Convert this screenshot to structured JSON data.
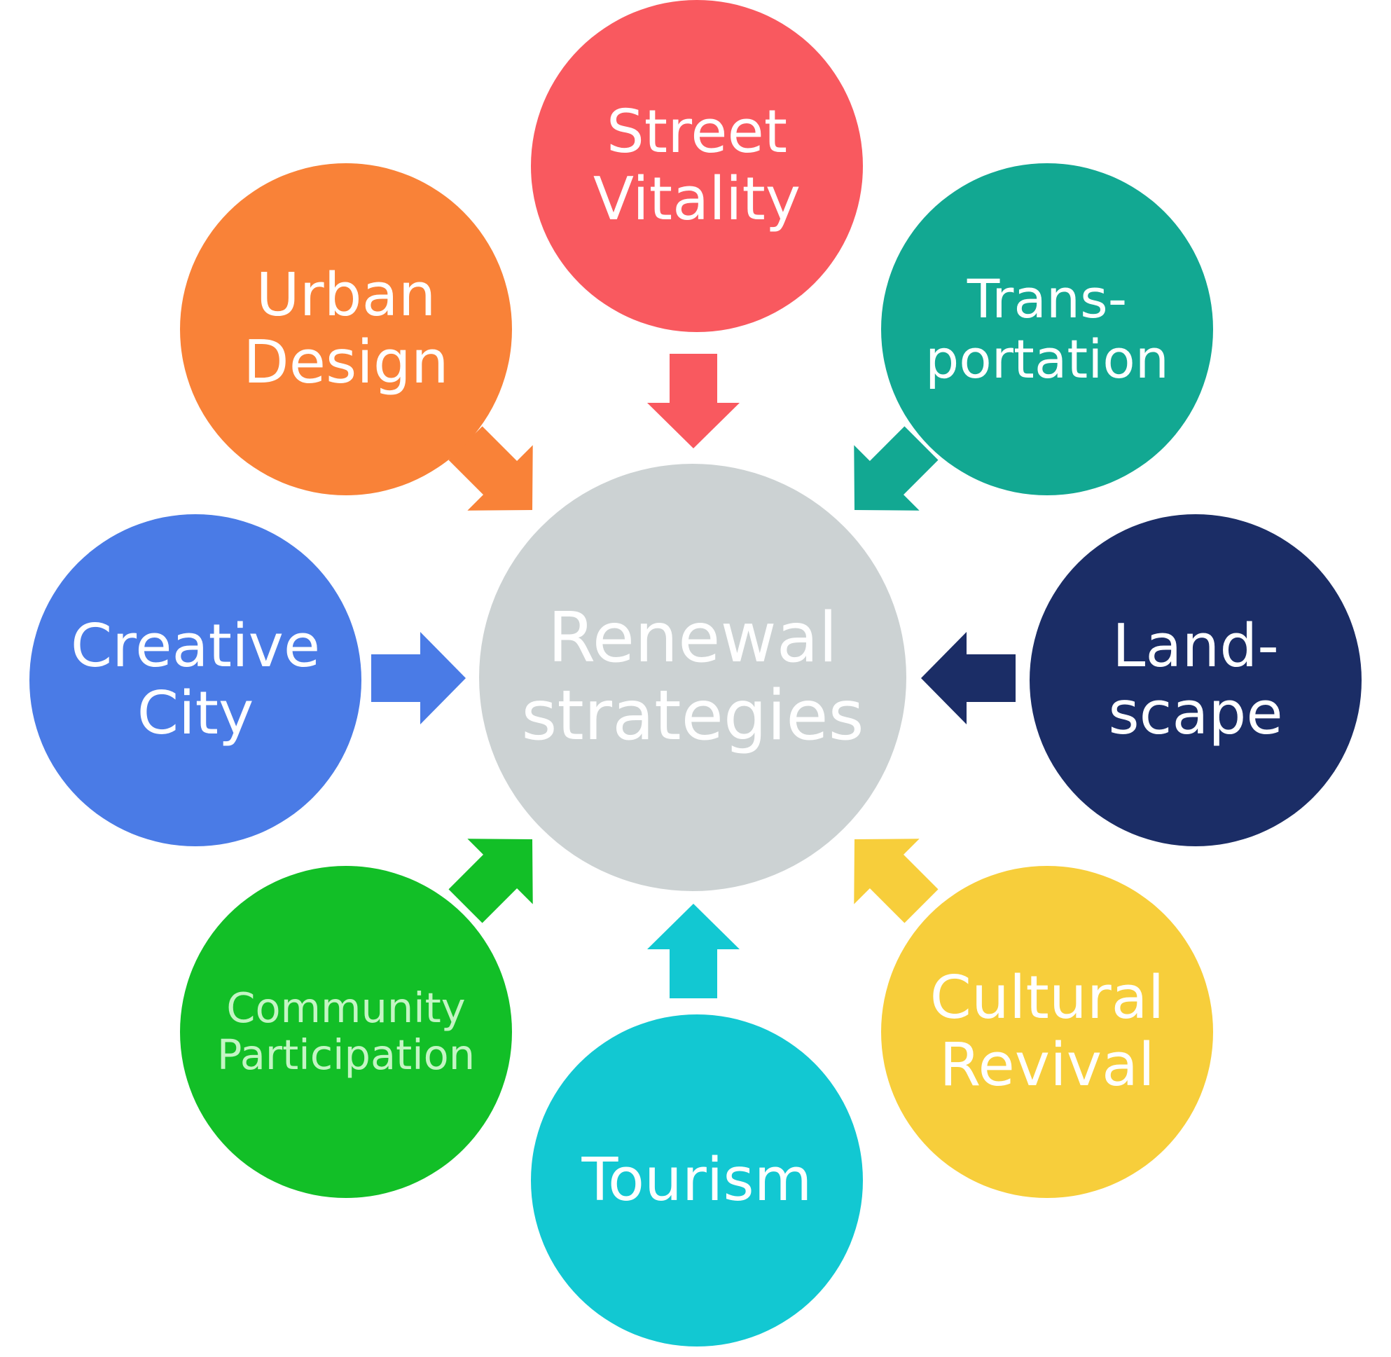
{
  "center": {
    "lines": [
      "Renewal",
      "strategies"
    ],
    "color": "#ccd2d3",
    "text_color": "#ffffff"
  },
  "nodes": [
    {
      "id": "street-vitality",
      "lines": [
        "Street",
        "Vitality"
      ],
      "color": "#f9595f",
      "text_color": "#ffffff"
    },
    {
      "id": "urban-design",
      "lines": [
        "Urban",
        "Design"
      ],
      "color": "#f98238",
      "text_color": "#ffffff"
    },
    {
      "id": "transportation",
      "lines": [
        "Trans-",
        "portation"
      ],
      "color": "#12a892",
      "text_color": "#ffffff"
    },
    {
      "id": "creative-city",
      "lines": [
        "Creative",
        "City"
      ],
      "color": "#4a7be6",
      "text_color": "#ffffff"
    },
    {
      "id": "landscape",
      "lines": [
        "Land-",
        "scape"
      ],
      "color": "#1b2d66",
      "text_color": "#ffffff"
    },
    {
      "id": "community-participation",
      "lines": [
        "Community",
        "Participation"
      ],
      "color": "#12bf27",
      "text_color": "#c4f5c4"
    },
    {
      "id": "cultural-revival",
      "lines": [
        "Cultural",
        "Revival"
      ],
      "color": "#f7ce3b",
      "text_color": "#ffffff"
    },
    {
      "id": "tourism",
      "lines": [
        "Tourism"
      ],
      "color": "#12c8d2",
      "text_color": "#ffffff"
    }
  ]
}
